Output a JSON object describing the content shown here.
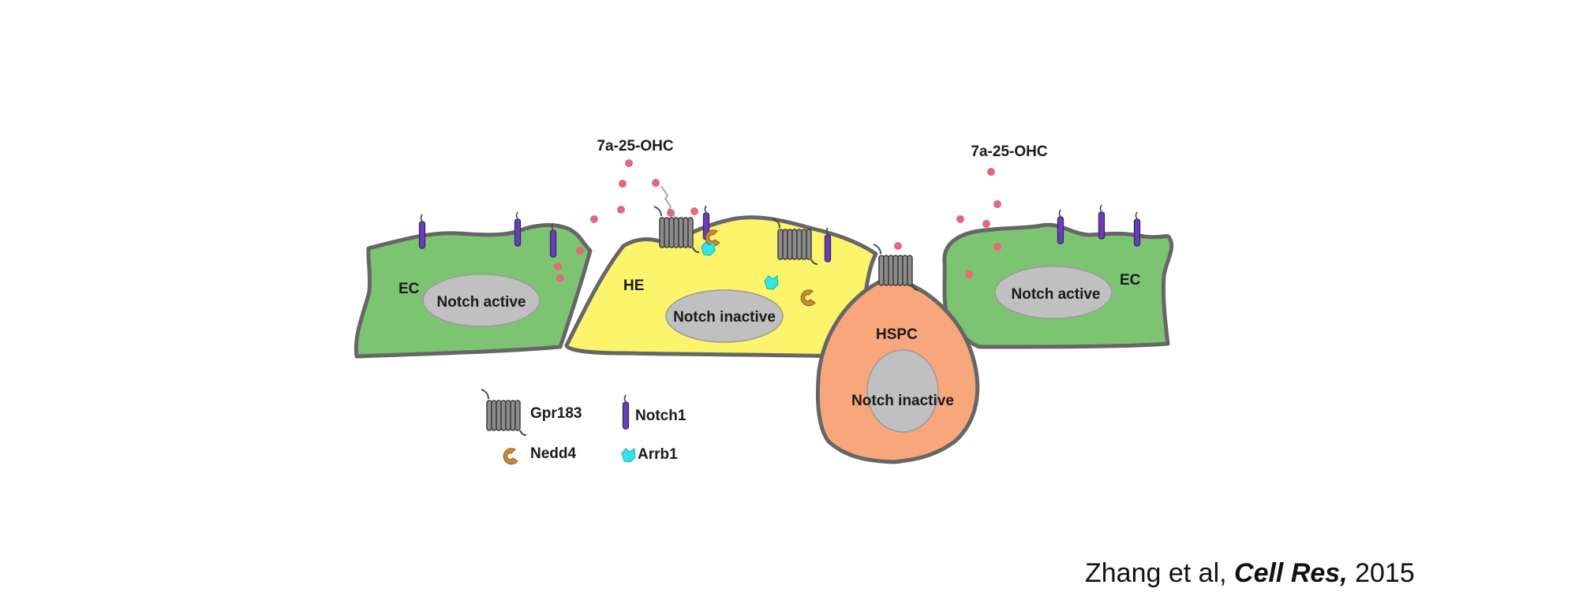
{
  "signals": {
    "left": "7a-25-OHC",
    "right": "7a-25-OHC"
  },
  "cells": {
    "ec_left": {
      "label": "EC",
      "nucleus": "Notch active",
      "color": "#7dc472"
    },
    "he": {
      "label": "HE",
      "nucleus": "Notch inactive",
      "color": "#fcf46b"
    },
    "hspc": {
      "label": "HSPC",
      "nucleus": "Notch inactive",
      "color": "#f8a67c"
    },
    "ec_right": {
      "label": "EC",
      "nucleus": "Notch active",
      "color": "#7dc472"
    }
  },
  "legend": {
    "gpr183": "Gpr183",
    "notch1": "Notch1",
    "nedd4": "Nedd4",
    "arrb1": "Arrb1"
  },
  "citation": {
    "authors": "Zhang et al,",
    "journal": "Cell Res",
    "year": "2015"
  },
  "colors": {
    "outline": "#666666",
    "nucleus": "#c0c0c0",
    "ligand_dot": "#e2687a",
    "notch1": "#6a3fb5",
    "nedd4": "#c98a3a",
    "arrb1": "#34e3e6",
    "gpr183": "#8a8a8a"
  }
}
